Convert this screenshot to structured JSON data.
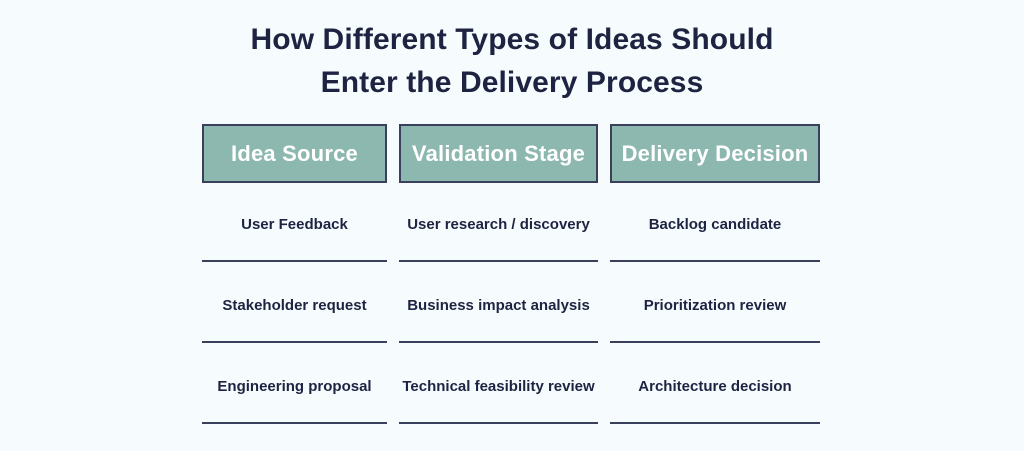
{
  "title": {
    "line1": "How Different Types of Ideas Should",
    "line2": "Enter the Delivery Process"
  },
  "colors": {
    "background": "#F6FCFD",
    "header_fill": "#8DB8B0",
    "header_border": "#3A3F5C",
    "header_text": "#FFFFFF",
    "body_text": "#1E2342",
    "divider": "#3A3F5C"
  },
  "table": {
    "headers": [
      "Idea Source",
      "Validation Stage",
      "Delivery Decision"
    ],
    "rows": [
      {
        "idea_source": "User Feedback",
        "validation_stage": "User research / discovery",
        "delivery_decision": "Backlog candidate"
      },
      {
        "idea_source": "Stakeholder request",
        "validation_stage": "Business impact analysis",
        "delivery_decision": "Prioritization review"
      },
      {
        "idea_source": "Engineering proposal",
        "validation_stage": "Technical feasibility review",
        "delivery_decision": "Architecture decision"
      }
    ]
  }
}
